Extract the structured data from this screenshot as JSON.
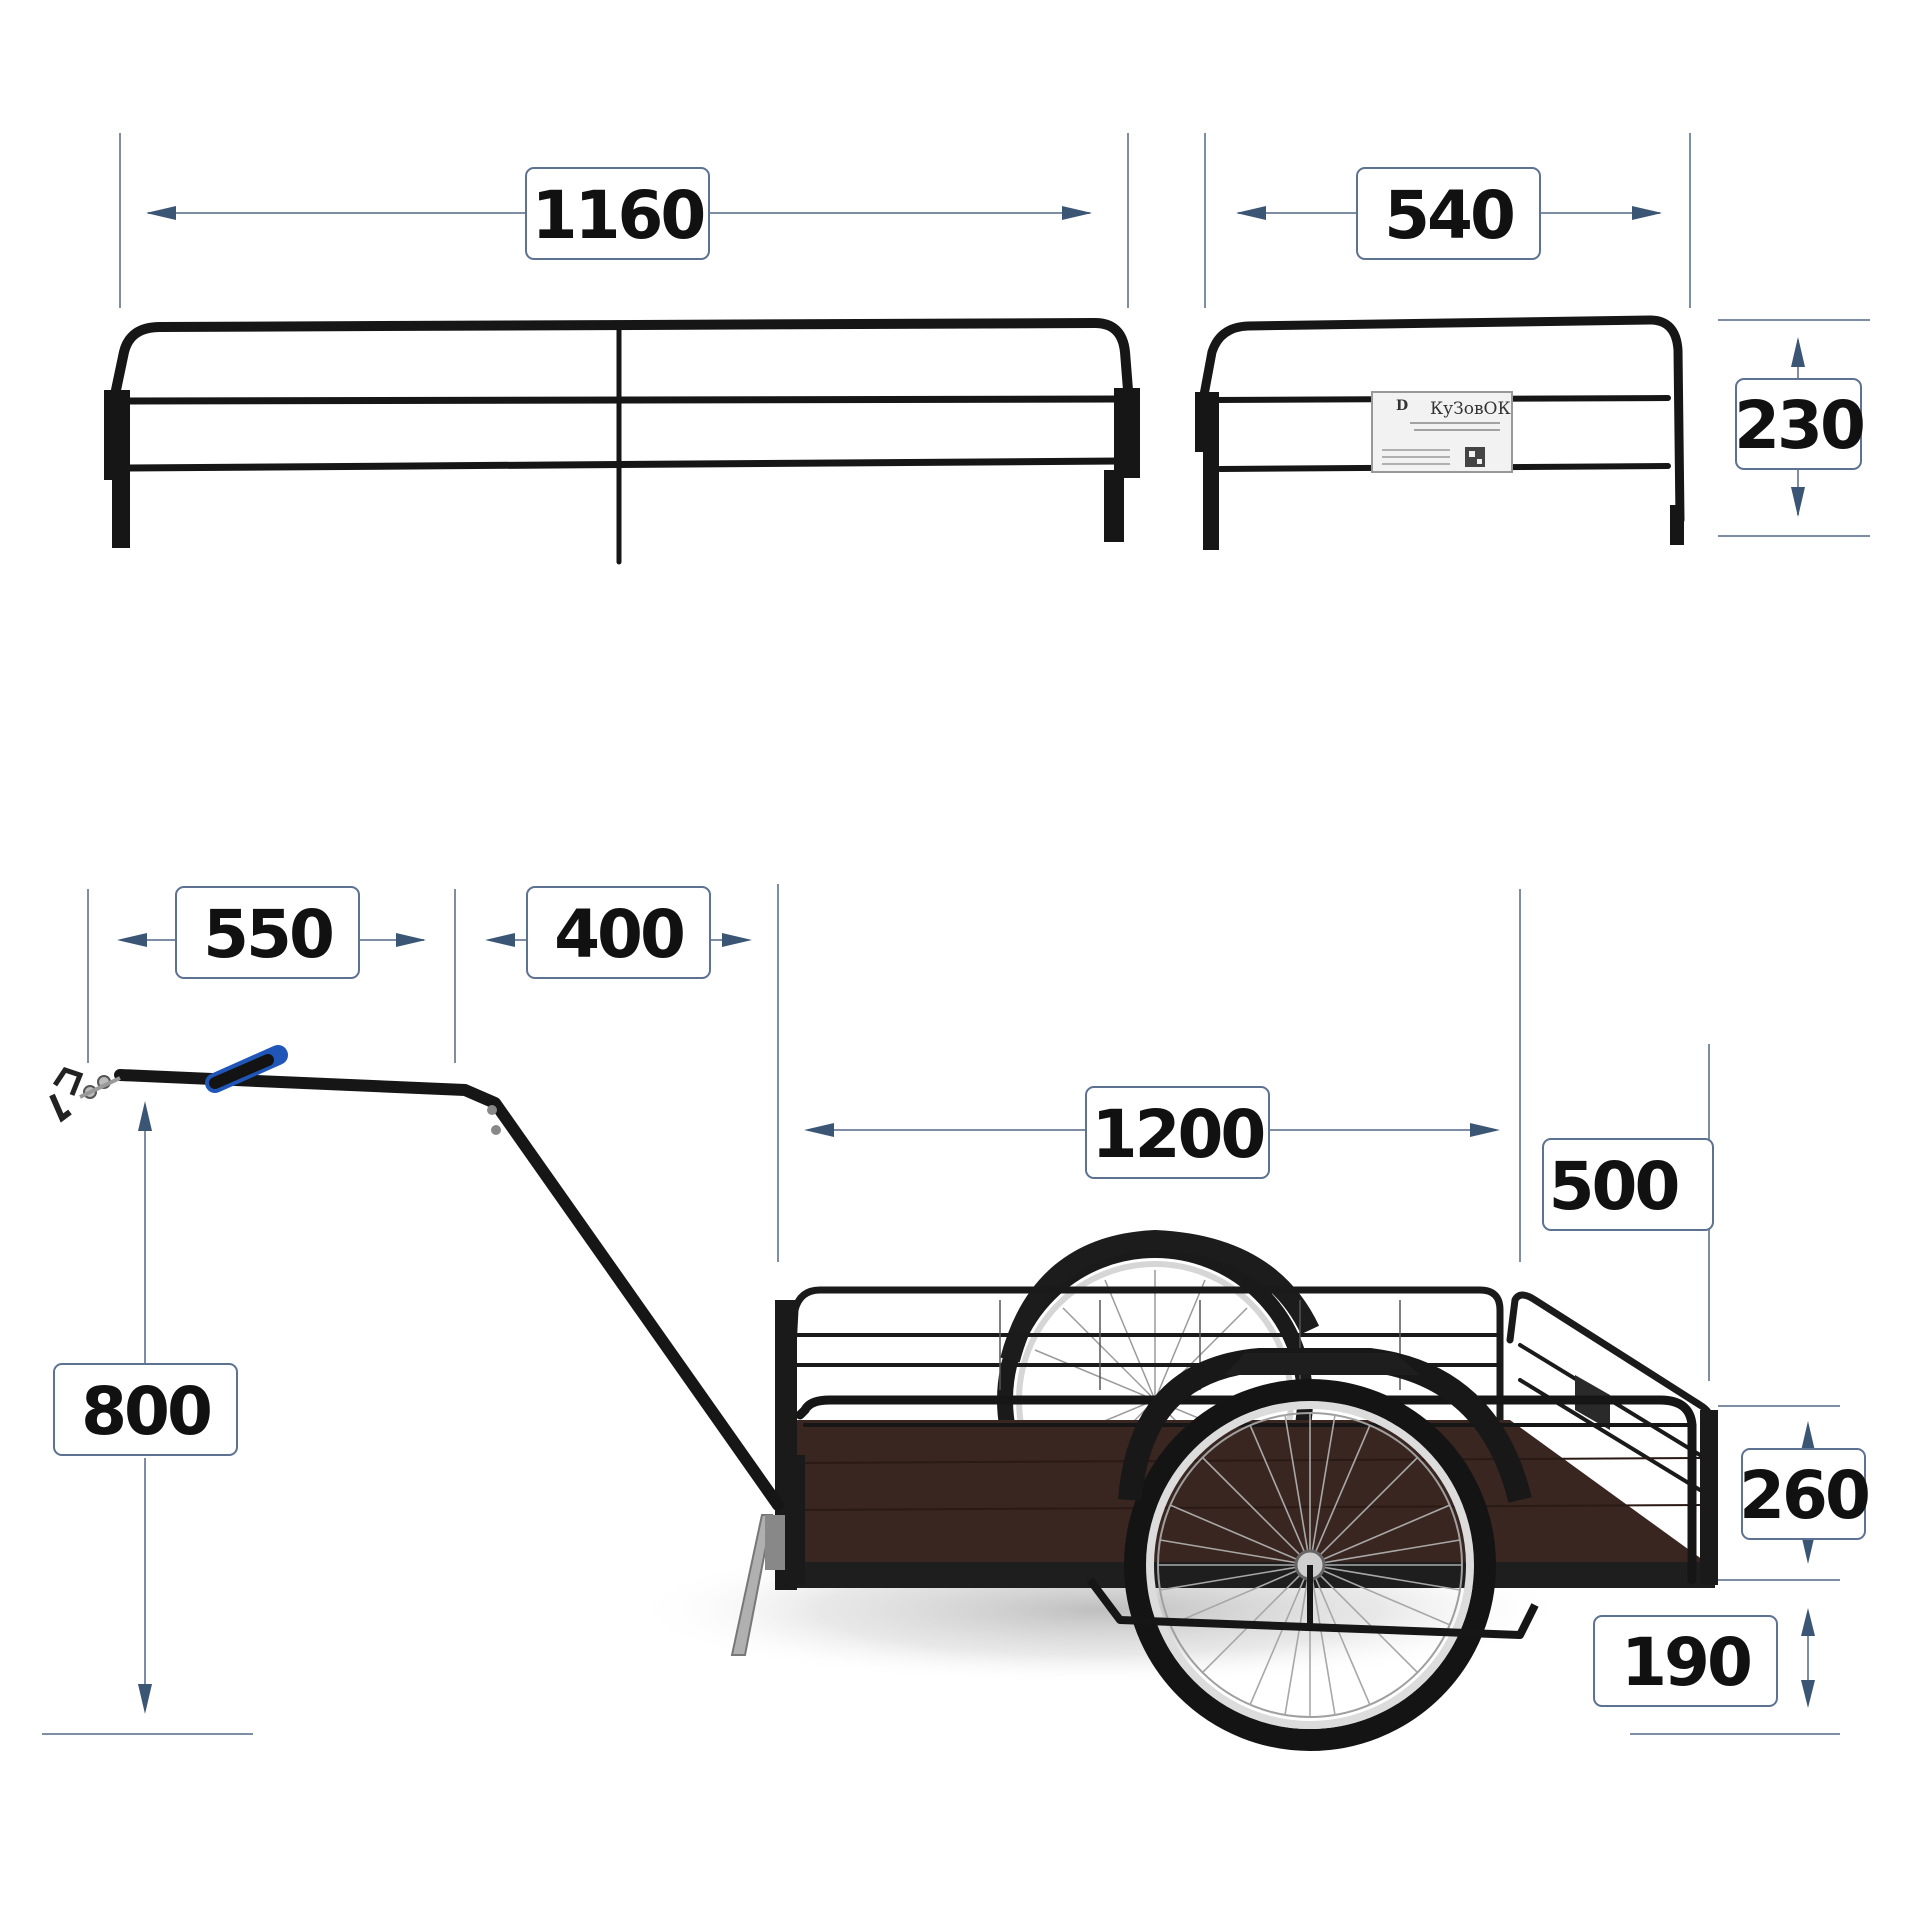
{
  "colors": {
    "dimension_line": "#7d8da3",
    "arrow": "#3b5575",
    "label_border": "#5d7190",
    "frame": "#161616",
    "deck": "#3a2620",
    "grip": "#1f56b8"
  },
  "dimensions": {
    "side_rail_length": "1160",
    "end_rail_length": "540",
    "rail_height": "230",
    "hitch_arm_length": "550",
    "drawbar_length": "400",
    "deck_length": "1200",
    "deck_width": "500",
    "handle_height": "800",
    "side_height": "260",
    "ground_clearance": "190"
  },
  "plate": {
    "brand": "КуЗовОК"
  }
}
